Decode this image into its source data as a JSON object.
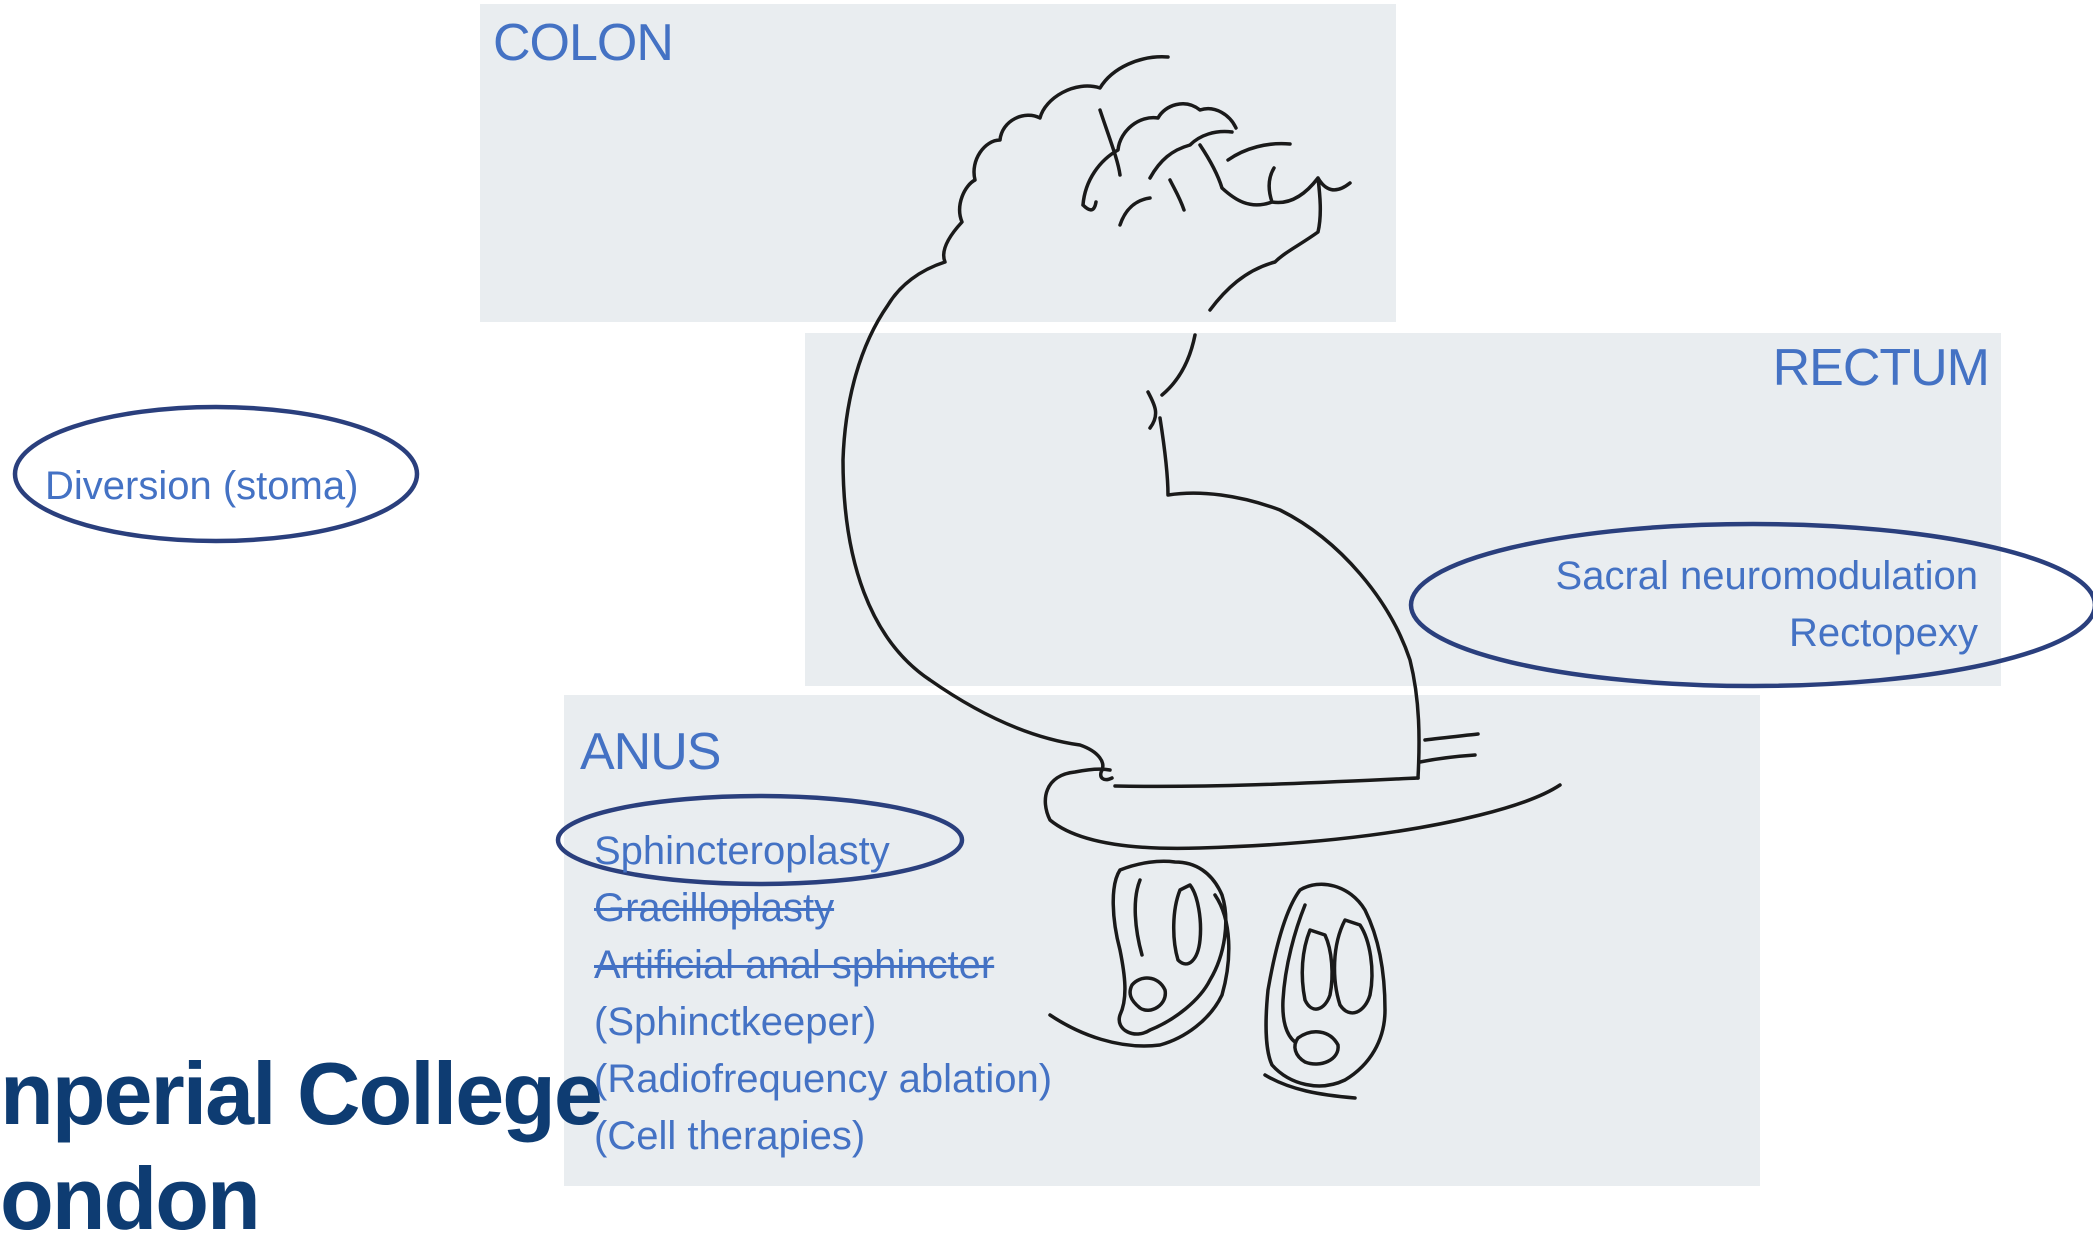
{
  "regions": {
    "colon": {
      "title": "COLON"
    },
    "rectum": {
      "title": "RECTUM",
      "treatments": [
        "Sacral neuromodulation",
        "Rectopexy"
      ]
    },
    "anus": {
      "title": "ANUS",
      "treatments": [
        {
          "text": "Sphincteroplasty",
          "struck": false,
          "circled": true
        },
        {
          "text": "Gracilloplasty",
          "struck": true,
          "circled": false
        },
        {
          "text": "Artificial anal sphincter",
          "struck": true,
          "circled": false
        },
        {
          "text": "(Sphinctkeeper)",
          "struck": false,
          "circled": false
        },
        {
          "text": "(Radiofrequency ablation)",
          "struck": false,
          "circled": false
        },
        {
          "text": "(Cell therapies)",
          "struck": false,
          "circled": false
        }
      ]
    }
  },
  "diversion": {
    "text": "Diversion (stoma)"
  },
  "logo": {
    "line1": "nperial College",
    "line2": "ondon"
  },
  "colors": {
    "text": "#4472c4",
    "ellipse": "#2a3f7d",
    "panel": "#e9edf0",
    "drawing": "#1a1a1a",
    "logo": "#0e3c72"
  }
}
